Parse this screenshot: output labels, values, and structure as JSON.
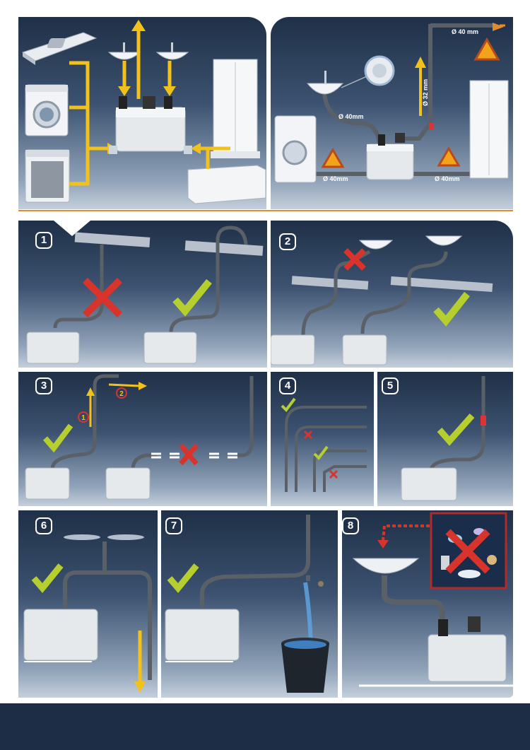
{
  "top_right": {
    "pipe_labels": {
      "outlet_top": "Ø 40 mm",
      "vertical": "Ø 32 mm",
      "sink": "Ø 40mm",
      "left_bottom": "Ø 40mm",
      "right_bottom": "Ø 40mm"
    }
  },
  "steps": [
    "1",
    "2",
    "3",
    "4",
    "5",
    "6",
    "7",
    "8"
  ],
  "step3": {
    "marker_1": "1",
    "marker_2": "2"
  },
  "colors": {
    "panel_dark": "#1f3047",
    "panel_light": "#c4cfdb",
    "pipe": "#5a6068",
    "check": "#b6cf2f",
    "cross": "#d8342c",
    "arrow": "#f3c21a",
    "accent": "#e28a2e"
  }
}
